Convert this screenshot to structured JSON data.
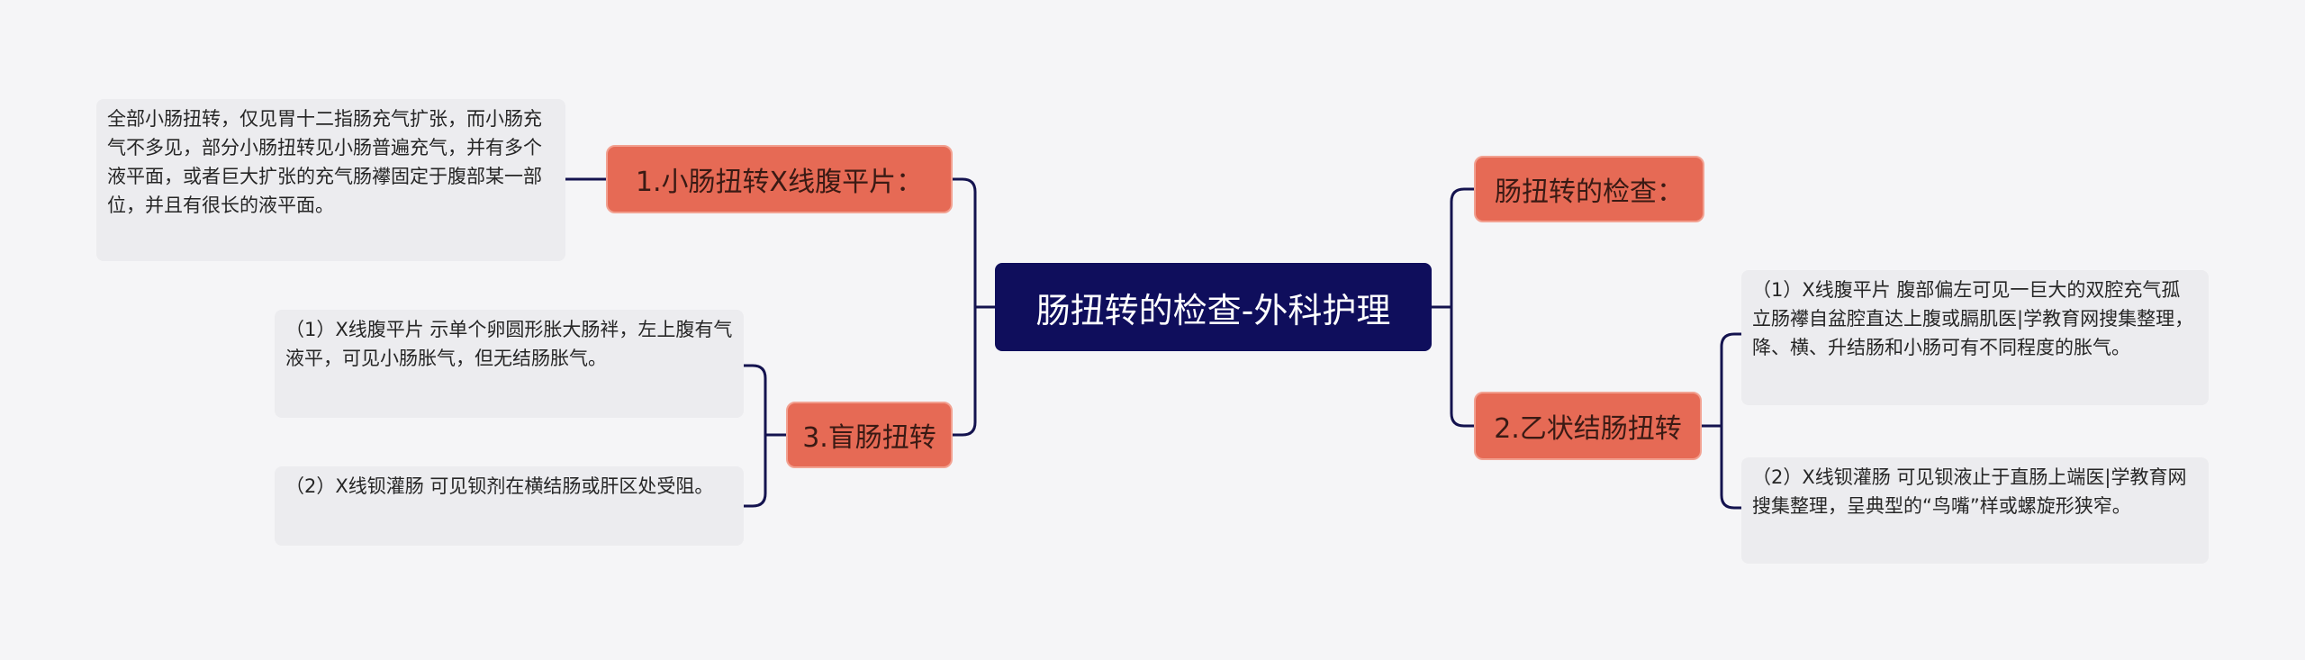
{
  "root": {
    "label": "肠扭转的检查-外科护理"
  },
  "branches": {
    "xray": {
      "label": "1.小肠扭转X线腹平片："
    },
    "cecum": {
      "label": "3.盲肠扭转"
    },
    "exam": {
      "label": "肠扭转的检查："
    },
    "sigmoid": {
      "label": "2.乙状结肠扭转"
    }
  },
  "leaves": {
    "xray_detail": "全部小肠扭转，仅见胃十二指肠充气扩张，而小肠充气不多见，部分小肠扭转见小肠普遍充气，并有多个液平面，或者巨大扩张的充气肠襻固定于腹部某一部位，并且有很长的液平面。",
    "cecum_1": "（1）X线腹平片 示单个卵圆形胀大肠袢，左上腹有气液平，可见小肠胀气，但无结肠胀气。",
    "cecum_2": "（2）X线钡灌肠 可见钡剂在横结肠或肝区处受阻。",
    "sigmoid_1": "（1）X线腹平片 腹部偏左可见一巨大的双腔充气孤立肠襻自盆腔直达上腹或膈肌医|学教育网搜集整理，降、横、升结肠和小肠可有不同程度的胀气。",
    "sigmoid_2": "（2）X线钡灌肠 可见钡液止于直肠上端医|学教育网搜集整理，呈典型的“鸟嘴”样或螺旋形狭窄。"
  },
  "colors": {
    "background": "#f5f5f7",
    "root_fill": "#0f0e5c",
    "branch_fill": "#e66a55",
    "leaf_fill": "#ececef",
    "connector": "#14134f"
  }
}
